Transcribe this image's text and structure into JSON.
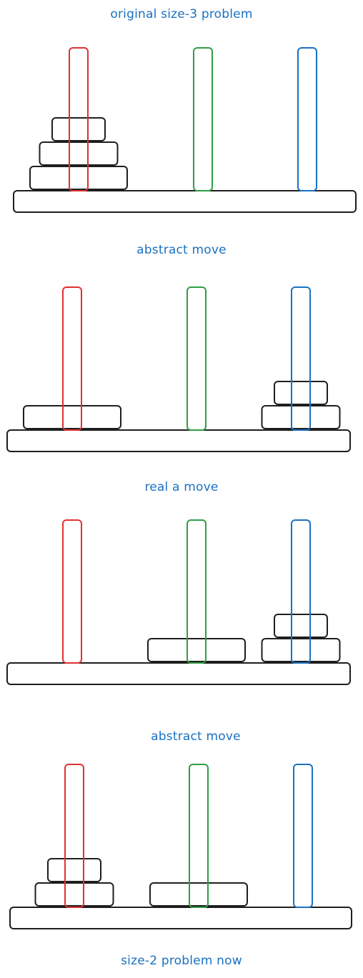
{
  "colors": {
    "caption": "#1971c2",
    "outline": "#1e1e1e",
    "peg_left": "#e03131",
    "peg_middle": "#2f9e44",
    "peg_right": "#1971c2"
  },
  "captions": {
    "title": "original size-3 problem",
    "step_1": "abstract move",
    "step_2": "real a move",
    "step_3": "abstract move",
    "result": "size-2 problem now"
  },
  "states": [
    {
      "pegs": [
        [
          3,
          2,
          1
        ],
        [],
        []
      ]
    },
    {
      "pegs": [
        [
          3
        ],
        [],
        [
          2,
          1
        ]
      ]
    },
    {
      "pegs": [
        [],
        [
          3
        ],
        [
          2,
          1
        ]
      ]
    },
    {
      "pegs": [
        [
          2,
          1
        ],
        [
          3
        ],
        []
      ]
    }
  ]
}
